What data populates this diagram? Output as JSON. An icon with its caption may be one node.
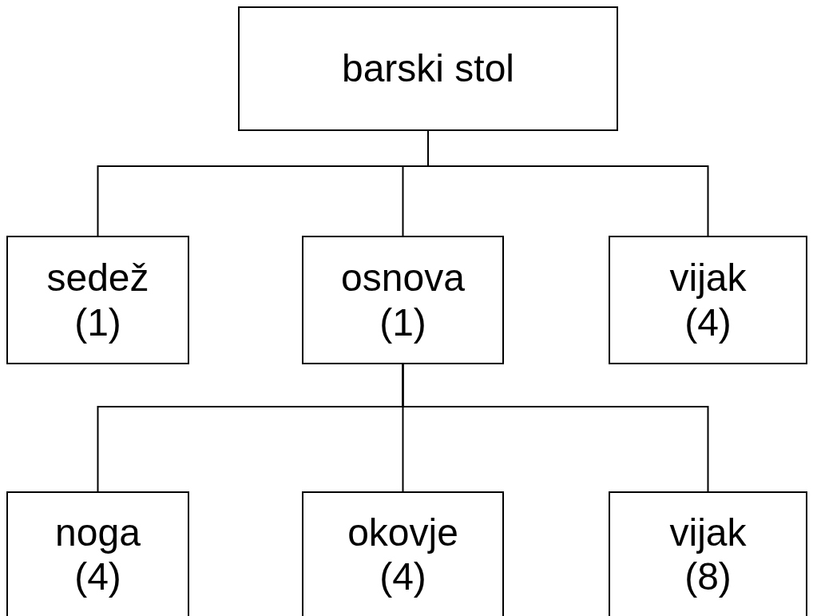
{
  "diagram": {
    "nodes": [
      {
        "text": [
          "barski stol"
        ]
      },
      {
        "text": [
          "sedež",
          "(1)"
        ]
      },
      {
        "text": [
          "osnova",
          "(1)"
        ]
      },
      {
        "text": [
          "vijak",
          "(4)"
        ]
      },
      {
        "text": [
          "noga",
          "(4)"
        ]
      },
      {
        "text": [
          "okovje",
          "(4)"
        ]
      },
      {
        "text": [
          "vijak",
          "(8)"
        ]
      }
    ],
    "edges": [
      {
        "from": 0,
        "to": 1,
        "arrow": "none"
      },
      {
        "from": 0,
        "to": 2,
        "arrow": "none"
      },
      {
        "from": 0,
        "to": 3,
        "arrow": "none"
      },
      {
        "from": 2,
        "to": 4,
        "arrow": "none"
      },
      {
        "from": 2,
        "to": 5,
        "arrow": "none"
      },
      {
        "from": 2,
        "to": 6,
        "arrow": "none"
      }
    ]
  }
}
